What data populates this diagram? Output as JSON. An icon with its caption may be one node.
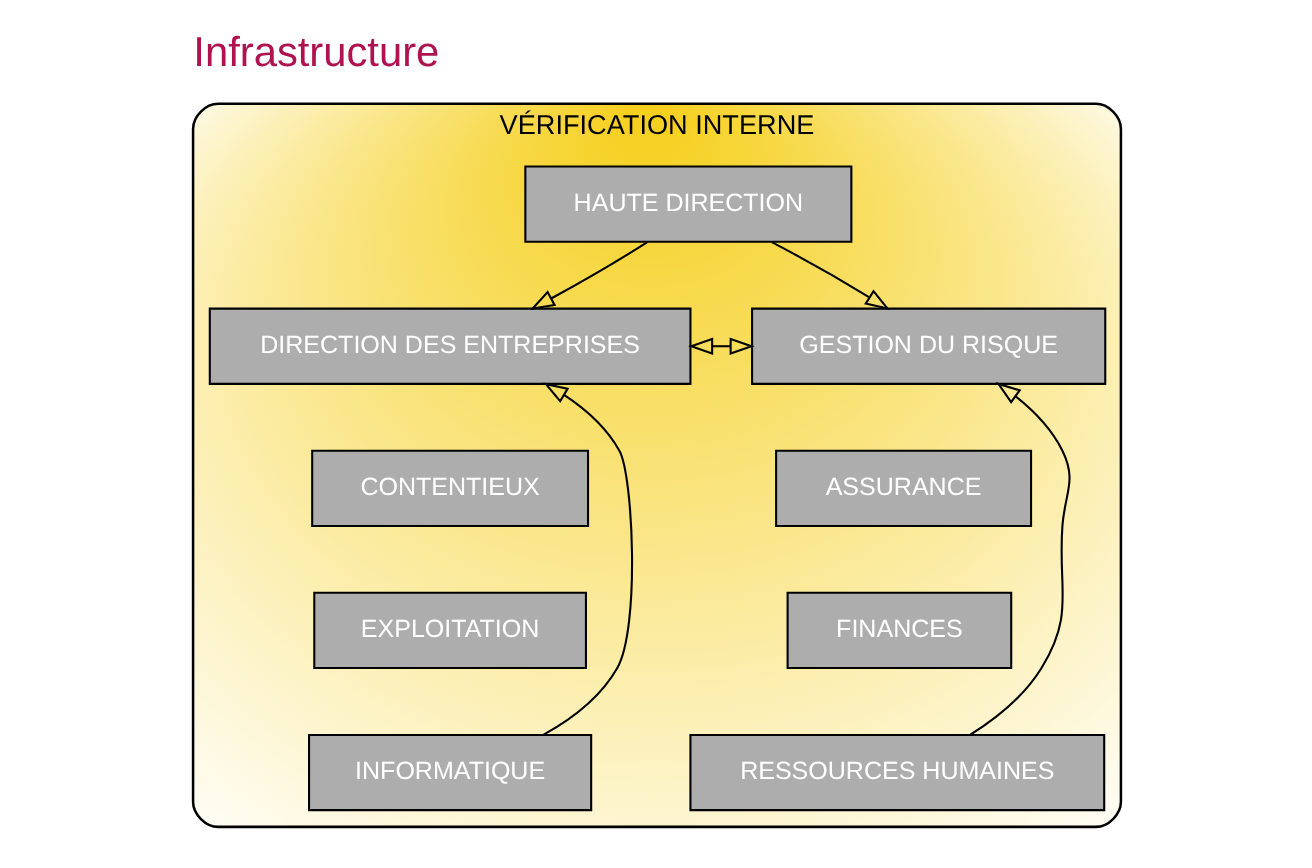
{
  "diagram": {
    "title": "Infrastructure",
    "nodes": [
      {
        "text": [
          "VÉRIFICATION INTERNE"
        ]
      },
      {
        "text": [
          "HAUTE DIRECTION"
        ],
        "in": 0
      },
      {
        "text": [
          "DIRECTION DES ENTREPRISES"
        ],
        "in": 0
      },
      {
        "text": [
          "GESTION DU RISQUE"
        ],
        "in": 0
      },
      {
        "text": [
          "CONTENTIEUX"
        ],
        "in": 0
      },
      {
        "text": [
          "ASSURANCE"
        ],
        "in": 0
      },
      {
        "text": [
          "EXPLOITATION"
        ],
        "in": 0
      },
      {
        "text": [
          "FINANCES"
        ],
        "in": 0
      },
      {
        "text": [
          "INFORMATIQUE"
        ],
        "in": 0
      },
      {
        "text": [
          "RESSOURCES HUMAINES"
        ],
        "in": 0
      }
    ],
    "edges": [
      {
        "from": 1,
        "to": 2,
        "arrow": "to"
      },
      {
        "from": 1,
        "to": 3,
        "arrow": "to"
      },
      {
        "from": 2,
        "to": 3,
        "arrow": "both"
      },
      {
        "from": 8,
        "to": 2,
        "arrow": "to"
      },
      {
        "from": 9,
        "to": 3,
        "arrow": "to"
      }
    ]
  }
}
